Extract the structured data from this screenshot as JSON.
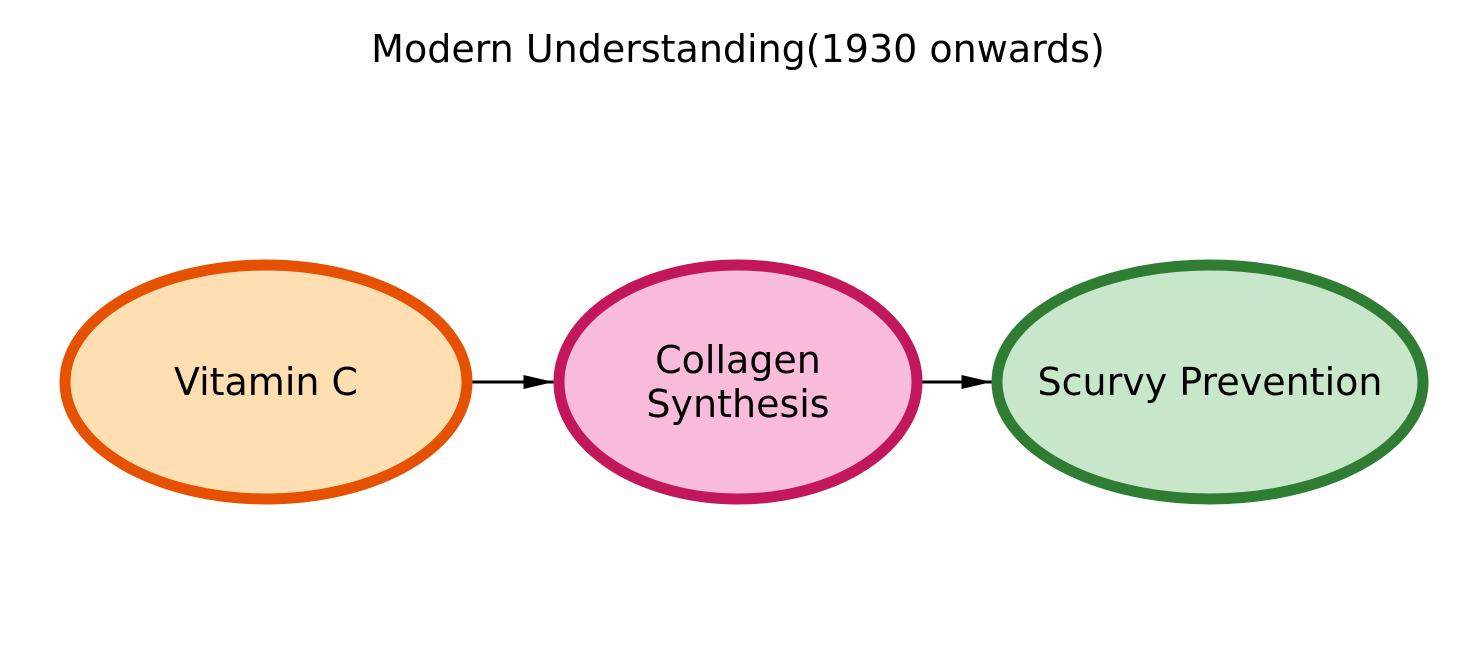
{
  "title": "Modern Understanding(1930 onwards)",
  "nodes": [
    {
      "id": "vitamin-c",
      "lines": [
        "Vitamin C"
      ],
      "fill": "#FFDFB2",
      "stroke": "#E65100"
    },
    {
      "id": "collagen-synthesis",
      "lines": [
        "Collagen",
        "Synthesis"
      ],
      "fill": "#F8BBD9",
      "stroke": "#C2185B"
    },
    {
      "id": "scurvy-prevention",
      "lines": [
        "Scurvy Prevention"
      ],
      "fill": "#C8E6C9",
      "stroke": "#2E7D32"
    }
  ],
  "edges": [
    {
      "from": "vitamin-c",
      "to": "collagen-synthesis"
    },
    {
      "from": "collagen-synthesis",
      "to": "scurvy-prevention"
    }
  ],
  "edge_color": "#000000"
}
